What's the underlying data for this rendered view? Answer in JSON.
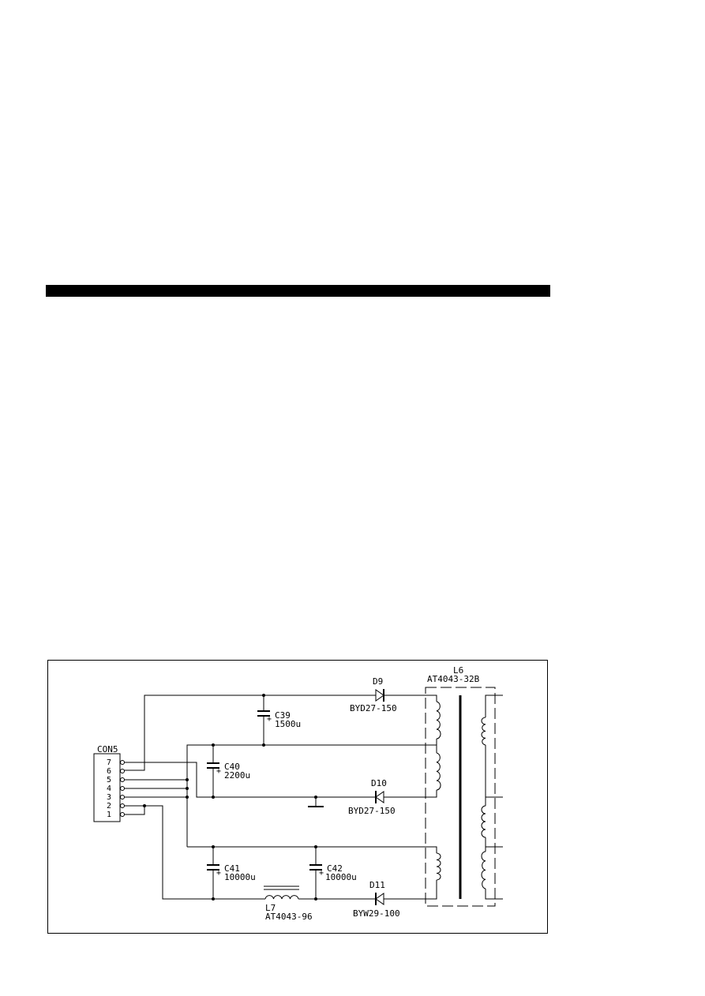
{
  "connector": {
    "name": "CON5",
    "pins": [
      "7",
      "6",
      "5",
      "4",
      "3",
      "2",
      "1"
    ]
  },
  "components": {
    "c39": {
      "ref": "C39",
      "value": "1500u"
    },
    "c40": {
      "ref": "C40",
      "value": "2200u"
    },
    "c41": {
      "ref": "C41",
      "value": "10000u"
    },
    "c42": {
      "ref": "C42",
      "value": "10000u"
    },
    "d9": {
      "ref": "D9",
      "value": "BYD27-150"
    },
    "d10": {
      "ref": "D10",
      "value": "BYD27-150"
    },
    "d11": {
      "ref": "D11",
      "value": "BYW29-100"
    },
    "l6": {
      "ref": "L6",
      "value": "AT4043-32B"
    },
    "l7": {
      "ref": "L7",
      "value": "AT4043-96"
    },
    "polarity_mark": "+"
  },
  "colors": {
    "ink": "#000000",
    "background": "#ffffff"
  }
}
